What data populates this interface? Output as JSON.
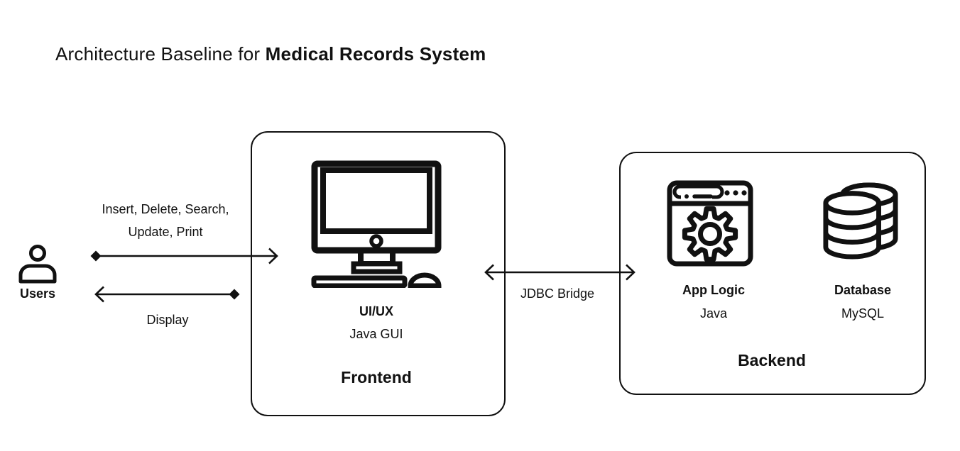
{
  "title": {
    "prefix": "Architecture Baseline for ",
    "highlight": "Medical Records System"
  },
  "users": {
    "label": "Users"
  },
  "flows": {
    "request": {
      "line1": "Insert, Delete, Search,",
      "line2": "Update, Print"
    },
    "response": {
      "label": "Display"
    },
    "bridge": {
      "label": "JDBC Bridge"
    }
  },
  "frontend": {
    "title": "Frontend",
    "component": {
      "name": "UI/UX",
      "tech": "Java GUI"
    }
  },
  "backend": {
    "title": "Backend",
    "components": [
      {
        "name": "App Logic",
        "tech": "Java"
      },
      {
        "name": "Database",
        "tech": "MySQL"
      }
    ]
  },
  "colors": {
    "ink": "#111111",
    "background": "#ffffff"
  }
}
